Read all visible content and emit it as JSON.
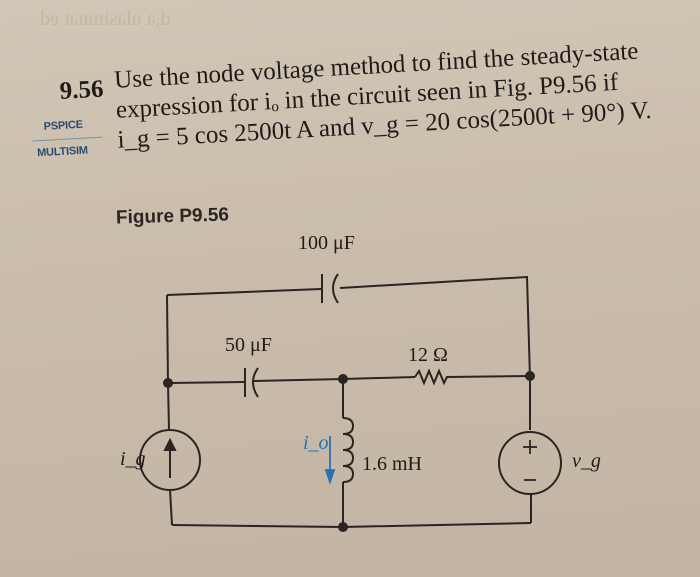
{
  "problem": {
    "number": "9.56",
    "line1": "Use the node voltage method to find the steady-state",
    "line2": "expression for iₒ in the circuit seen in Fig. P9.56 if",
    "line3": "i_g = 5 cos 2500t A and v_g = 20 cos(2500t + 90°) V.",
    "tags": [
      "PSPICE",
      "MULTISIM"
    ]
  },
  "figure": {
    "title": "Figure P9.56",
    "components": {
      "c_top": "100 μF",
      "c_mid": "50 μF",
      "resistor": "12 Ω",
      "inductor": "1.6 mH",
      "current_source": "i_g",
      "voltage_source": "v_g",
      "output_current": "i_o"
    },
    "colors": {
      "wire": "#2a2522",
      "arrow": "#2a6fb0",
      "tag": "#2b4d70"
    }
  }
}
